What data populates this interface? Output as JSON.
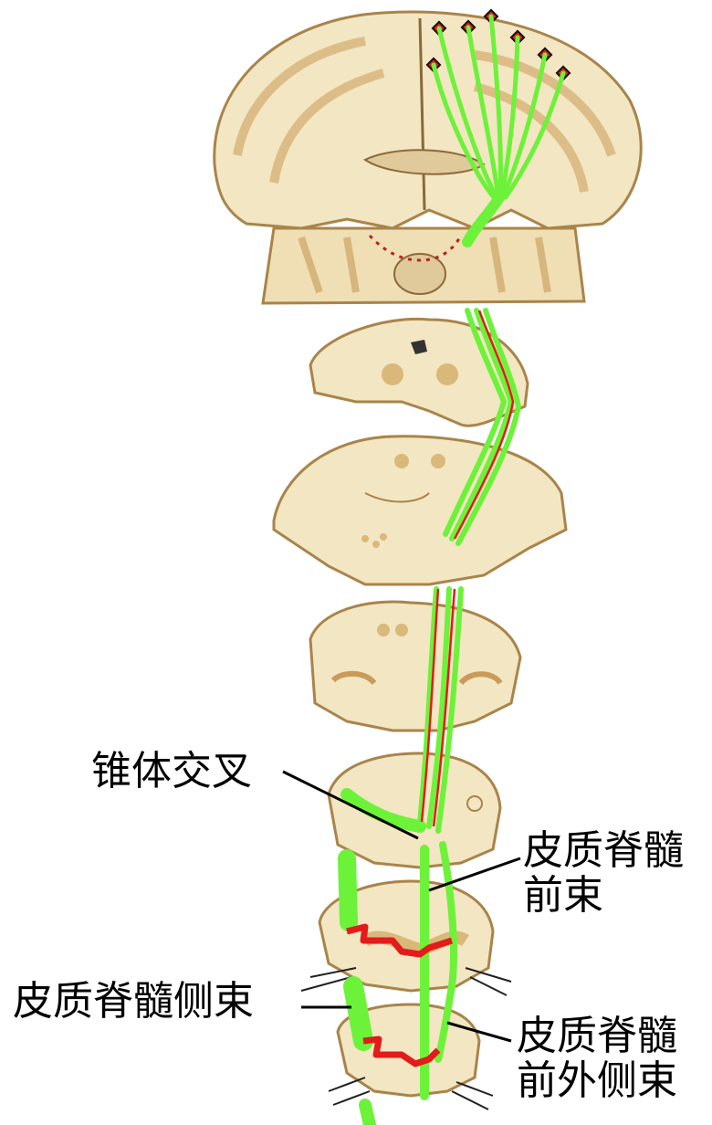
{
  "labels": {
    "decussation": "锥体交叉",
    "anterior_tract_line1": "皮质脊髓",
    "anterior_tract_line2": "前束",
    "lateral_tract": "皮质脊髓侧束",
    "anterolateral_tract_line1": "皮质脊髓",
    "anterolateral_tract_line2": "前外侧束"
  },
  "colors": {
    "tract_green": "#6df23a",
    "fiber_red": "#e31b1b",
    "tissue": "#f3e6c2",
    "tissue_edge": "#a9844a",
    "gray_matter": "#d9b87a"
  }
}
